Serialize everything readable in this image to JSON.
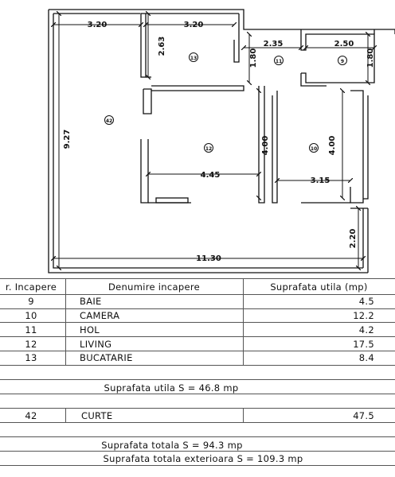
{
  "plan": {
    "dimensions": {
      "top_left": "3.20",
      "top_mid": "3.20",
      "bucatarie_height": "2.63",
      "hol_width": "2.35",
      "hol_height": "1.80",
      "baie_width": "2.50",
      "baie_height": "1.80",
      "curte_height": "9.27",
      "living_height": "4.00",
      "camera_height": "4.00",
      "living_width": "4.45",
      "camera_width": "3.15",
      "right_lower": "2.20",
      "total_width": "11.30"
    },
    "room_markers": {
      "bucatarie": "13",
      "hol": "11",
      "baie": "9",
      "curte": "42",
      "living": "12",
      "camera": "10"
    }
  },
  "table": {
    "headers": {
      "nr": "r. Incapere",
      "name": "Denumire incapere",
      "area": "Suprafata utila (mp)"
    },
    "rows": [
      {
        "nr": "9",
        "name": "BAIE",
        "area": "4.5"
      },
      {
        "nr": "10",
        "name": "CAMERA",
        "area": "12.2"
      },
      {
        "nr": "11",
        "name": "HOL",
        "area": "4.2"
      },
      {
        "nr": "12",
        "name": "LIVING",
        "area": "17.5"
      },
      {
        "nr": "13",
        "name": "BUCATARIE",
        "area": "8.4"
      }
    ],
    "subtotal": "Suprafata utila S = 46.8 mp",
    "curte_row": {
      "nr": "42",
      "name": "CURTE",
      "area": "47.5"
    },
    "total": "Suprafata totala S = 94.3 mp",
    "total_exterior": "Suprafata totala exterioara S = 109.3 mp"
  }
}
